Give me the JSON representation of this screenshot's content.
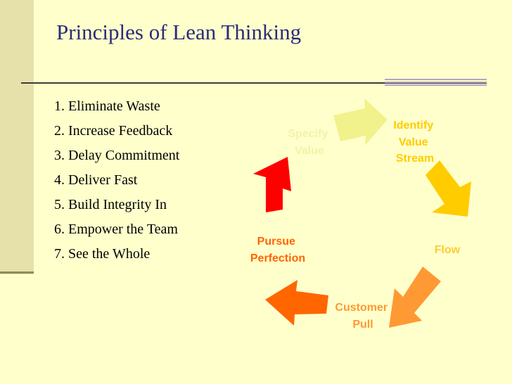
{
  "title": "Principles of Lean Thinking",
  "principles": [
    "1. Eliminate Waste",
    "2. Increase Feedback",
    "3. Delay Commitment",
    "4. Deliver Fast",
    "5. Build Integrity In",
    "6. Empower the Team",
    "7. See the Whole"
  ],
  "cycle": {
    "stages": [
      {
        "id": "specify-value",
        "lines": [
          "Specify",
          "Value"
        ],
        "color": "#f2f2a8"
      },
      {
        "id": "identify-value-stream",
        "lines": [
          "Identify",
          "Value",
          "Stream"
        ],
        "color": "#ffcc00"
      },
      {
        "id": "flow",
        "lines": [
          "Flow"
        ],
        "color": "#ffcc33"
      },
      {
        "id": "customer-pull",
        "lines": [
          "Customer",
          "Pull"
        ],
        "color": "#ff9933"
      },
      {
        "id": "pursue-perfection",
        "lines": [
          "Pursue",
          "Perfection"
        ],
        "color": "#ff6600"
      }
    ],
    "arrows": [
      {
        "id": "arrow-specify-to-identify",
        "color": "#f2f28c"
      },
      {
        "id": "arrow-identify-to-flow",
        "color": "#ffcc00"
      },
      {
        "id": "arrow-flow-to-pull",
        "color": "#ff9933"
      },
      {
        "id": "arrow-pull-to-perfection",
        "color": "#ff6600"
      },
      {
        "id": "arrow-perfection-to-specify",
        "color": "#ff0000"
      }
    ]
  }
}
